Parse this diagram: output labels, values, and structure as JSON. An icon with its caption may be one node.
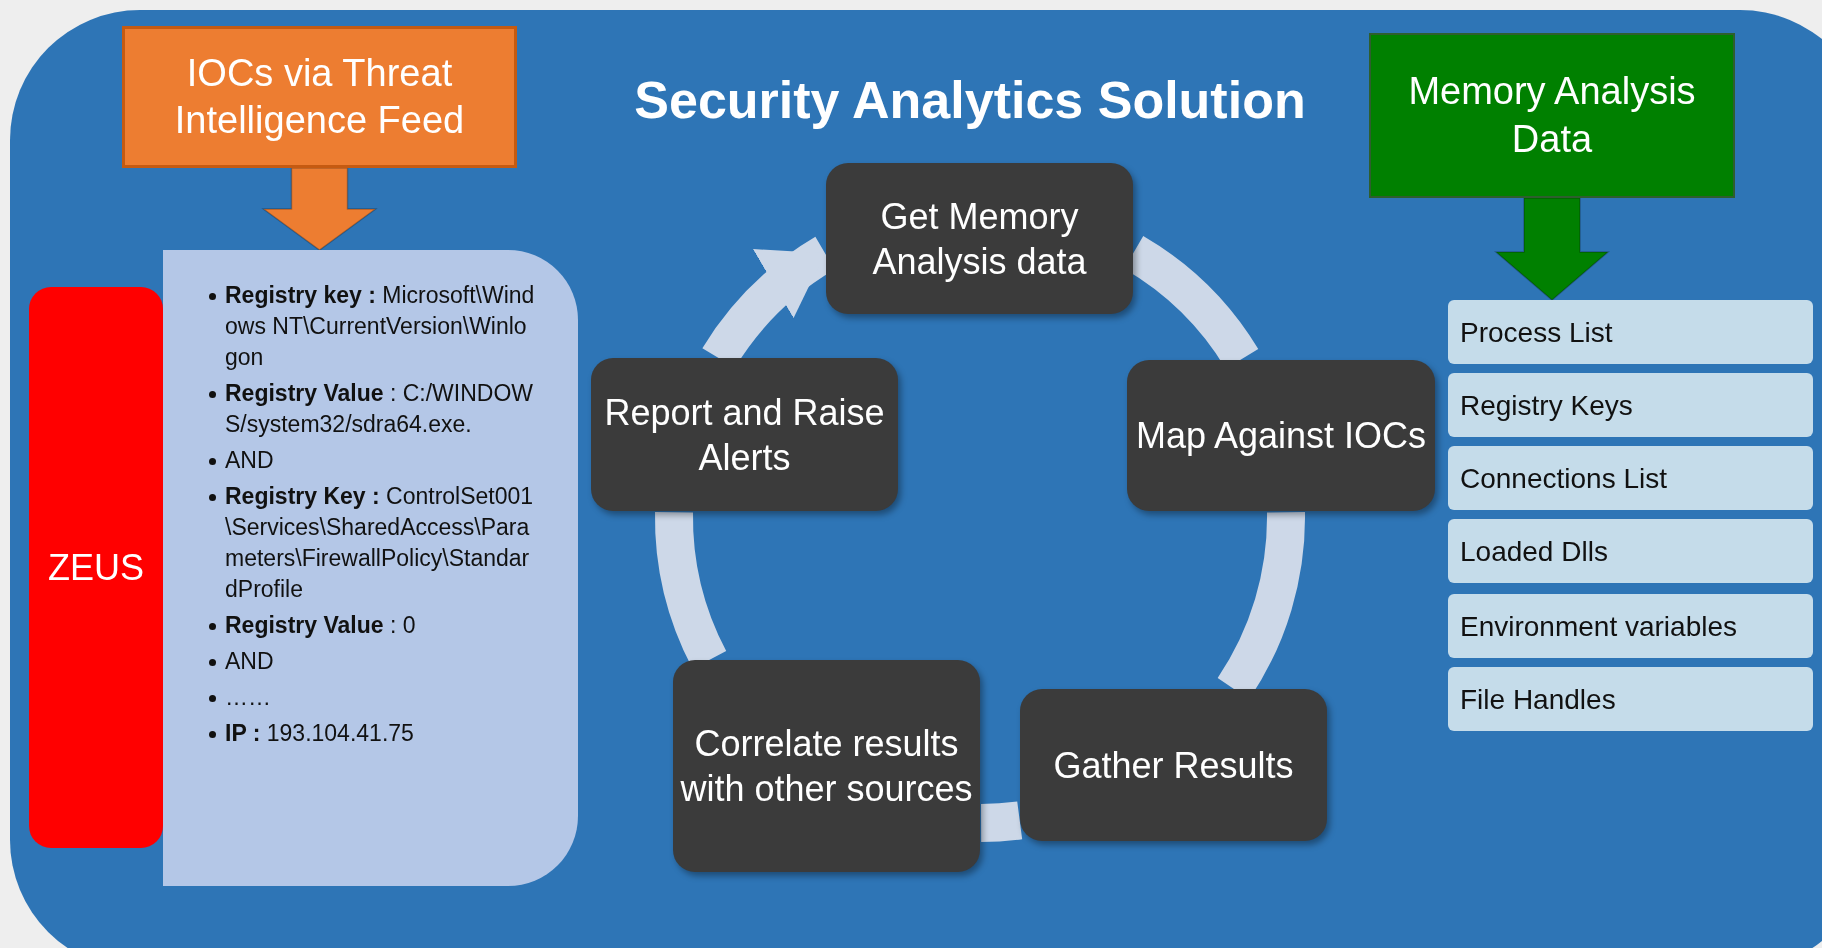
{
  "diagram": {
    "title": "Security Analytics Solution",
    "nodes": [
      {
        "text": [
          "IOCs via Threat Intelligence Feed"
        ]
      },
      {
        "text": [
          "ZEUS"
        ]
      },
      {
        "text": [
          "**Registry key :** Microsoft\\Windows NT\\CurrentVersion\\Winlogon",
          "**Registry Value** : C:/WINDOWS/system32/sdra64.exe.",
          "AND",
          "**Registry Key :** ControlSet001\\Services\\SharedAccess\\Parameters\\FirewallPolicy\\StandardProfile",
          "**Registry Value** :  0",
          "AND",
          "……",
          "**IP :**  193.104.41.75"
        ]
      },
      {
        "text": [
          "Get Memory Analysis data"
        ]
      },
      {
        "text": [
          "Map Against IOCs"
        ]
      },
      {
        "text": [
          "Gather Results"
        ]
      },
      {
        "text": [
          "Correlate results with other sources"
        ]
      },
      {
        "text": [
          "Report and Raise Alerts"
        ]
      },
      {
        "text": [
          "Memory Analysis Data"
        ]
      },
      {
        "text": [
          "Process List"
        ]
      },
      {
        "text": [
          "Registry Keys"
        ]
      },
      {
        "text": [
          "Connections List"
        ]
      },
      {
        "text": [
          "Loaded Dlls"
        ]
      },
      {
        "text": [
          "Environment variables"
        ]
      },
      {
        "text": [
          "File Handles"
        ]
      }
    ],
    "edges": [
      {
        "from": 0,
        "to": 2,
        "arrow": "to",
        "color": "#ed7d31"
      },
      {
        "from": 3,
        "to": 4,
        "arrow": "none"
      },
      {
        "from": 4,
        "to": 5,
        "arrow": "none"
      },
      {
        "from": 5,
        "to": 6,
        "arrow": "none"
      },
      {
        "from": 6,
        "to": 7,
        "arrow": "none"
      },
      {
        "from": 7,
        "to": 3,
        "arrow": "to"
      },
      {
        "from": 8,
        "to": 9,
        "arrow": "to",
        "color": "#008000"
      }
    ]
  }
}
